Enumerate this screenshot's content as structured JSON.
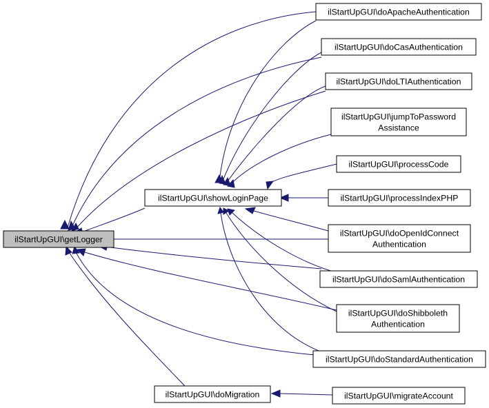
{
  "nodes": {
    "getLogger": {
      "lines": [
        "ilStartUpGUI\\getLogger"
      ]
    },
    "showLoginPage": {
      "lines": [
        "ilStartUpGUI\\showLoginPage"
      ]
    },
    "doMigration": {
      "lines": [
        "ilStartUpGUI\\doMigration"
      ]
    },
    "doApacheAuthentication": {
      "lines": [
        "ilStartUpGUI\\doApacheAuthentication"
      ]
    },
    "doCasAuthentication": {
      "lines": [
        "ilStartUpGUI\\doCasAuthentication"
      ]
    },
    "doLTIAuthentication": {
      "lines": [
        "ilStartUpGUI\\doLTIAuthentication"
      ]
    },
    "jumpToPasswordAssistance": {
      "lines": [
        "ilStartUpGUI\\jumpToPassword",
        "Assistance"
      ]
    },
    "processCode": {
      "lines": [
        "ilStartUpGUI\\processCode"
      ]
    },
    "processIndexPHP": {
      "lines": [
        "ilStartUpGUI\\processIndexPHP"
      ]
    },
    "doOpenIdConnectAuthentication": {
      "lines": [
        "ilStartUpGUI\\doOpenIdConnect",
        "Authentication"
      ]
    },
    "doSamlAuthentication": {
      "lines": [
        "ilStartUpGUI\\doSamlAuthentication"
      ]
    },
    "doShibbolethAuthentication": {
      "lines": [
        "ilStartUpGUI\\doShibboleth",
        "Authentication"
      ]
    },
    "doStandardAuthentication": {
      "lines": [
        "ilStartUpGUI\\doStandardAuthentication"
      ]
    },
    "migrateAccount": {
      "lines": [
        "ilStartUpGUI\\migrateAccount"
      ]
    }
  },
  "colors": {
    "edge": "#191970",
    "highlight_fill": "#bfbfbf",
    "node_fill": "#ffffff",
    "node_border": "#000000"
  }
}
